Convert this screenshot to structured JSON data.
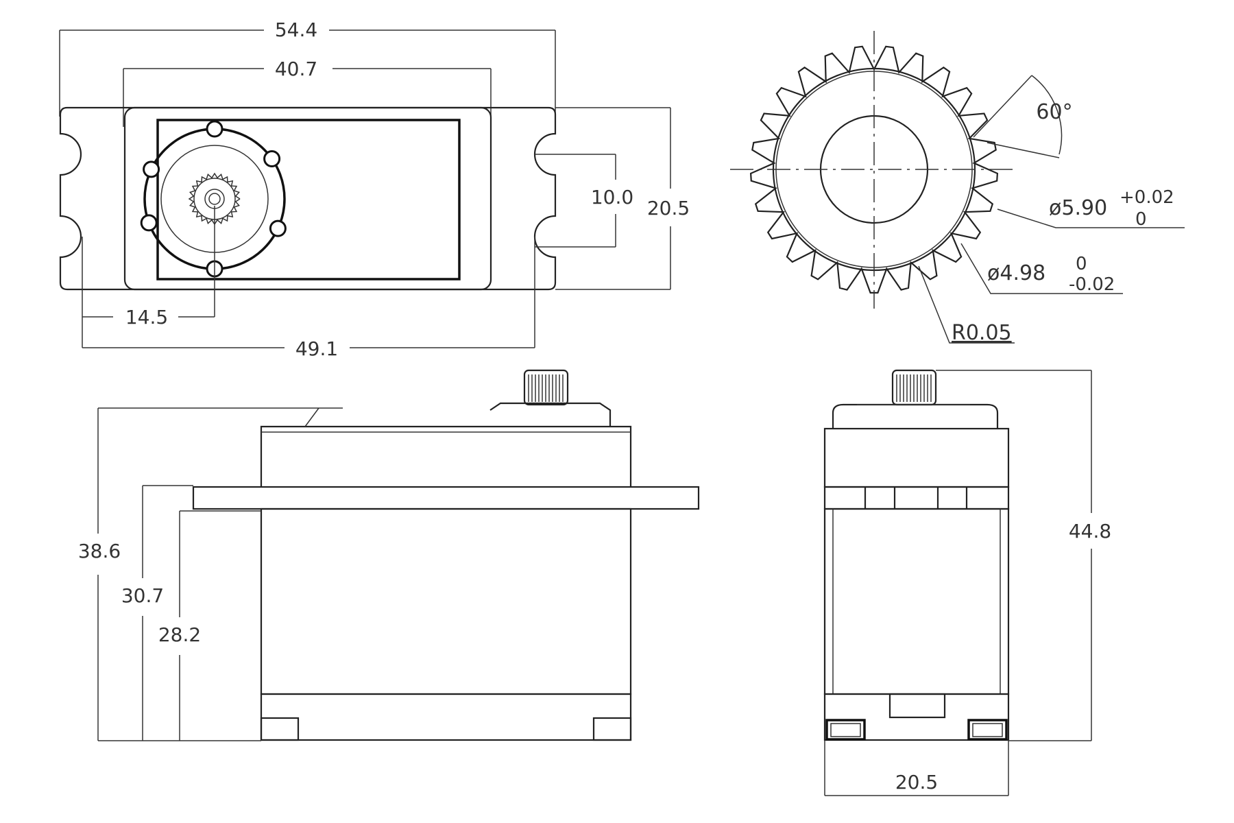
{
  "dimensions": {
    "top_view": {
      "overall_length": "54.4",
      "body_length": "40.7",
      "hole_spacing": "10.0",
      "overall_width": "20.5",
      "shaft_offset": "14.5",
      "hole_center_distance": "49.1"
    },
    "gear_detail": {
      "angle": "60°",
      "outer_diameter": "ø5.90",
      "outer_tol_upper": "+0.02",
      "outer_tol_lower": "0",
      "inner_diameter": "ø4.98",
      "inner_tol_upper": "0",
      "inner_tol_lower": "-0.02",
      "tip_radius": "R0.05"
    },
    "side_view": {
      "total_height": "38.6",
      "flange_upper_height": "30.7",
      "flange_lower_height": "28.2"
    },
    "end_view": {
      "height_with_shaft": "44.8",
      "width": "20.5"
    }
  },
  "colors": {
    "line": "#222222",
    "text": "#333333",
    "background": "#ffffff"
  }
}
